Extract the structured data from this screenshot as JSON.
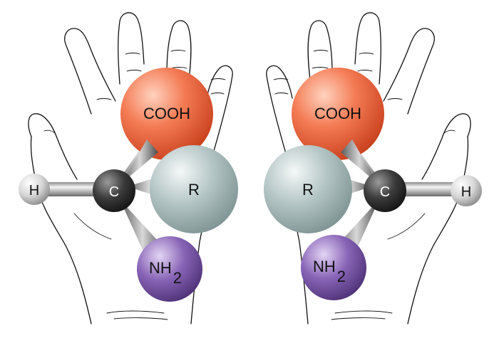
{
  "molecules": [
    {
      "side": "left",
      "atoms": {
        "cooh": "COOH",
        "carbon": "C",
        "r_group": "R",
        "hydrogen": "H",
        "amine_main": "NH",
        "amine_sub": "2"
      }
    },
    {
      "side": "right",
      "atoms": {
        "cooh": "COOH",
        "carbon": "C",
        "r_group": "R",
        "hydrogen": "H",
        "amine_main": "NH",
        "amine_sub": "2"
      }
    }
  ],
  "colors": {
    "cooh": "#f0643c",
    "r_group": "#a9bcbc",
    "carbon": "#3a3a3a",
    "hydrogen": "#d8d8d8",
    "amine": "#7a56a8",
    "outline": "#111111"
  }
}
